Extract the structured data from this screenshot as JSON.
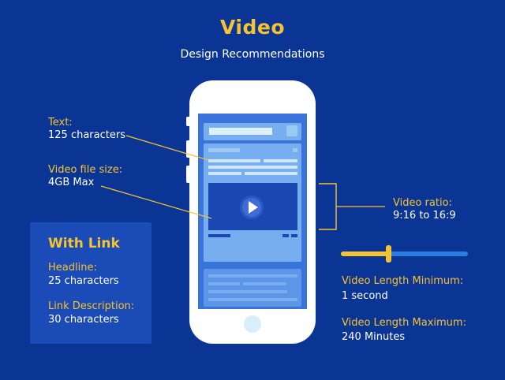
{
  "header": {
    "title": "Video",
    "subtitle": "Design Recommendations"
  },
  "annotations": {
    "text": {
      "label": "Text:",
      "value": "125 characters"
    },
    "file_size": {
      "label": "Video file size:",
      "value": "4GB Max"
    },
    "ratio": {
      "label": "Video ratio:",
      "value": "9:16 to 16:9"
    },
    "length_min": {
      "label": "Video Length Minimum:",
      "value": "1 second"
    },
    "length_max": {
      "label": "Video Length Maximum:",
      "value": "240 Minutes"
    }
  },
  "link_box": {
    "title": "With Link",
    "headline": {
      "label": "Headline:",
      "value": "25 characters"
    },
    "description": {
      "label": "Link Description:",
      "value": "30 characters"
    }
  },
  "slider": {
    "level_fraction": 0.38
  },
  "icons": {
    "play": "play-icon"
  },
  "colors": {
    "background": "#0b3595",
    "accent": "#f7c42f",
    "phone_screen": "#3a73d9"
  }
}
